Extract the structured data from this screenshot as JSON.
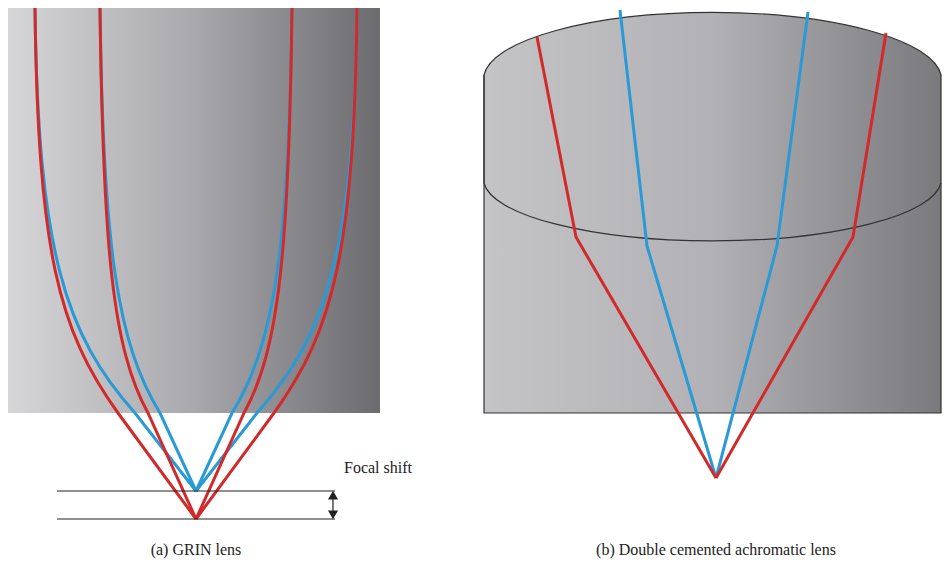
{
  "diagram": {
    "labels": [
      "Focal shift",
      "(a) GRIN lens",
      "(b) Double cemented achromatic lens"
    ]
  }
}
